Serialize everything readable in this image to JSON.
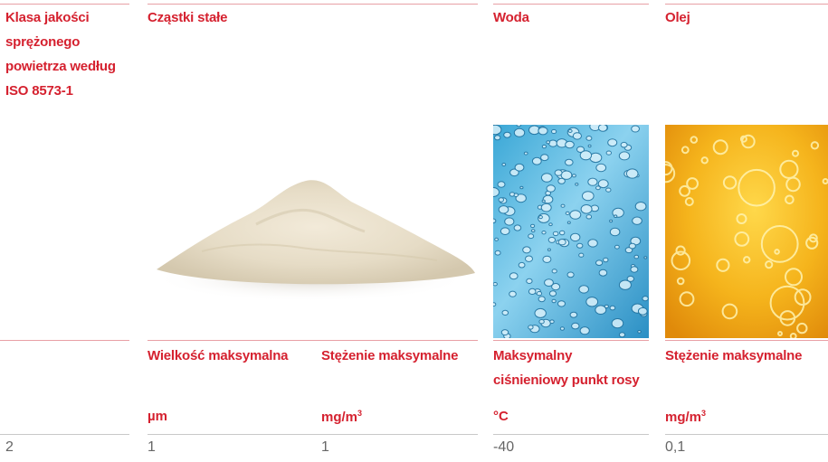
{
  "headers": {
    "class": "Klasa jakości sprężonego powietrza według ISO 8573-1",
    "particles": "Cząstki stałe",
    "water": "Woda",
    "oil": "Olej"
  },
  "images": {
    "particles": "powder-pile-image",
    "water": "water-droplets-image",
    "oil": "oil-bubbles-image"
  },
  "subheaders": {
    "particle_size": "Wielkość maksymalna",
    "particle_concentration": "Stężenie maksymalne",
    "water_dew_point": "Maksymalny ciśnieniowy punkt rosy",
    "oil_concentration": "Stężenie maksymalne"
  },
  "units": {
    "particle_size": "µm",
    "particle_concentration": "mg/m",
    "particle_concentration_sup": "3",
    "water_dew_point": "°C",
    "oil_concentration": "mg/m",
    "oil_concentration_sup": "3"
  },
  "row": {
    "class": "2",
    "particle_size": "1",
    "particle_concentration": "1",
    "water_dew_point": "-40",
    "oil_concentration": "0,1"
  },
  "colors": {
    "accent": "#d5212f"
  }
}
